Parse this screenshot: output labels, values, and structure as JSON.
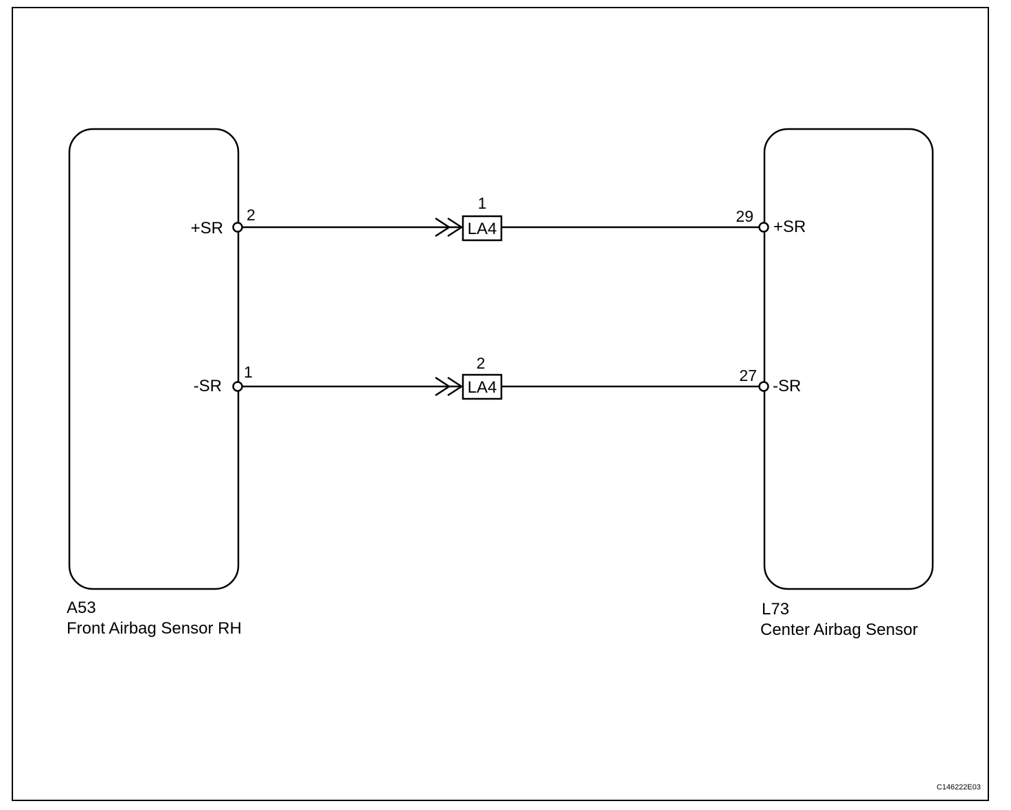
{
  "left_component": {
    "id": "A53",
    "name": "Front Airbag Sensor RH",
    "terminals": [
      {
        "signal": "+SR",
        "pin": "2"
      },
      {
        "signal": "-SR",
        "pin": "1"
      }
    ]
  },
  "right_component": {
    "id": "L73",
    "name": "Center Airbag Sensor",
    "terminals": [
      {
        "signal": "+SR",
        "pin": "29"
      },
      {
        "signal": "-SR",
        "pin": "27"
      }
    ]
  },
  "connectors": [
    {
      "name": "LA4",
      "pin": "1"
    },
    {
      "name": "LA4",
      "pin": "2"
    }
  ],
  "image_code": "C146222E03"
}
